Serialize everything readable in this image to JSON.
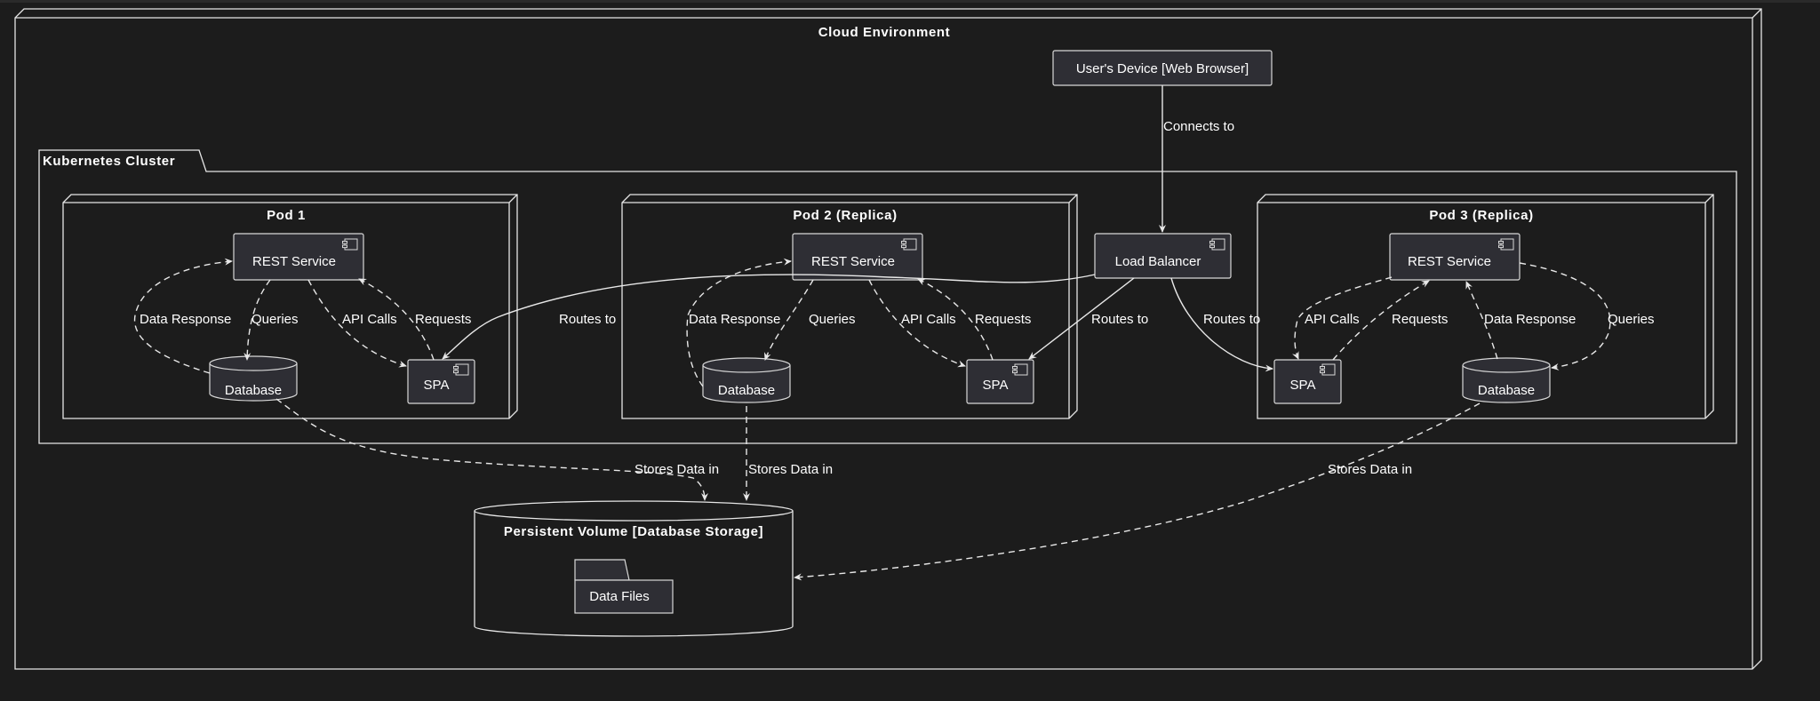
{
  "diagram": {
    "cloud": {
      "title": "Cloud Environment"
    },
    "user_device": {
      "label": "User's Device [Web Browser]"
    },
    "cluster": {
      "title": "Kubernetes Cluster"
    },
    "load_balancer": {
      "label": "Load Balancer"
    },
    "pods": [
      {
        "title": "Pod 1",
        "rest": "REST Service",
        "db": "Database",
        "spa": "SPA"
      },
      {
        "title": "Pod 2 (Replica)",
        "rest": "REST Service",
        "db": "Database",
        "spa": "SPA"
      },
      {
        "title": "Pod 3 (Replica)",
        "rest": "REST Service",
        "db": "Database",
        "spa": "SPA"
      }
    ],
    "edges": {
      "connects_to": "Connects to",
      "routes_to": "Routes to",
      "data_response": "Data Response",
      "queries": "Queries",
      "api_calls": "API Calls",
      "requests": "Requests",
      "stores_data_in": "Stores Data in"
    },
    "volume": {
      "title": "Persistent Volume [Database Storage]",
      "folder": "Data Files"
    }
  },
  "colors": {
    "background": "#1c1c1c",
    "node_fill": "#2e2e34",
    "line": "#e8e8e8",
    "text": "#ffffff"
  }
}
